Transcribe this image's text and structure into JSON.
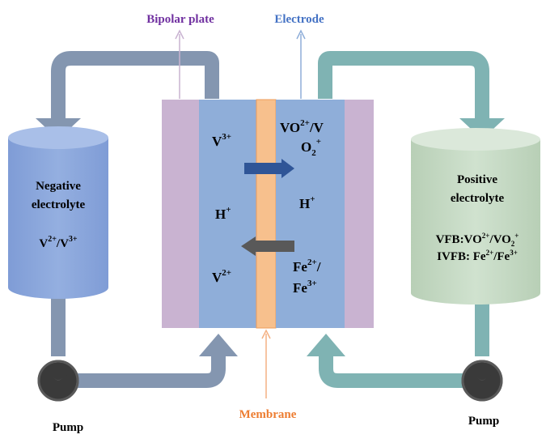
{
  "callouts": {
    "bipolar_plate": "Bipolar plate",
    "electrode": "Electrode",
    "membrane": "Membrane"
  },
  "negative_tank": {
    "line1": "Negative",
    "line2": "electrolyte",
    "species_base1": "V",
    "species_sup1": "2+",
    "species_sep": "/V",
    "species_sup2": "3+"
  },
  "positive_tank": {
    "line1": "Positive",
    "line2": "electrolyte",
    "vfb_prefix": "VFB:VO",
    "vfb_sup1": "2+",
    "vfb_mid": "/VO",
    "vfb_sub": "2",
    "vfb_sup2": "+",
    "ivfb_prefix": "IVFB: Fe",
    "ivfb_sup1": "2+",
    "ivfb_mid": "/Fe",
    "ivfb_sup2": "3+"
  },
  "cell": {
    "left_top_base": "V",
    "left_top_sup": "3+",
    "left_mid_base": "H",
    "left_mid_sup": "+",
    "left_bot_base": "V",
    "left_bot_sup": "2+",
    "right_top1_base": "VO",
    "right_top1_sup": "2+",
    "right_top1_tail": "/V",
    "right_top2_base": "O",
    "right_top2_sub": "2",
    "right_top2_sup": "+",
    "right_mid_base": "H",
    "right_mid_sup": "+",
    "right_bot1_base": "Fe",
    "right_bot1_sup": "2+",
    "right_bot1_tail": "/",
    "right_bot2_base": "Fe",
    "right_bot2_sup": "3+"
  },
  "pumps": {
    "left": "Pump",
    "right": "Pump"
  },
  "colors": {
    "left_pipe": "#8496b0",
    "right_pipe": "#7fb3b3",
    "bipolar_plate": "#c9b3d1",
    "electrode": "#8faed9",
    "membrane": "#f7c08d",
    "negative_tank": "#8ea9db",
    "positive_tank": "#c5d9c4",
    "callout_bipolar": "#7030a0",
    "callout_electrode": "#4472c4",
    "callout_membrane": "#ed7d31",
    "ion_arrow_right": "#2f5597",
    "ion_arrow_left": "#595959"
  },
  "icons": [
    "pump-icon",
    "flow-arrow-icon",
    "ion-arrow-icon"
  ]
}
